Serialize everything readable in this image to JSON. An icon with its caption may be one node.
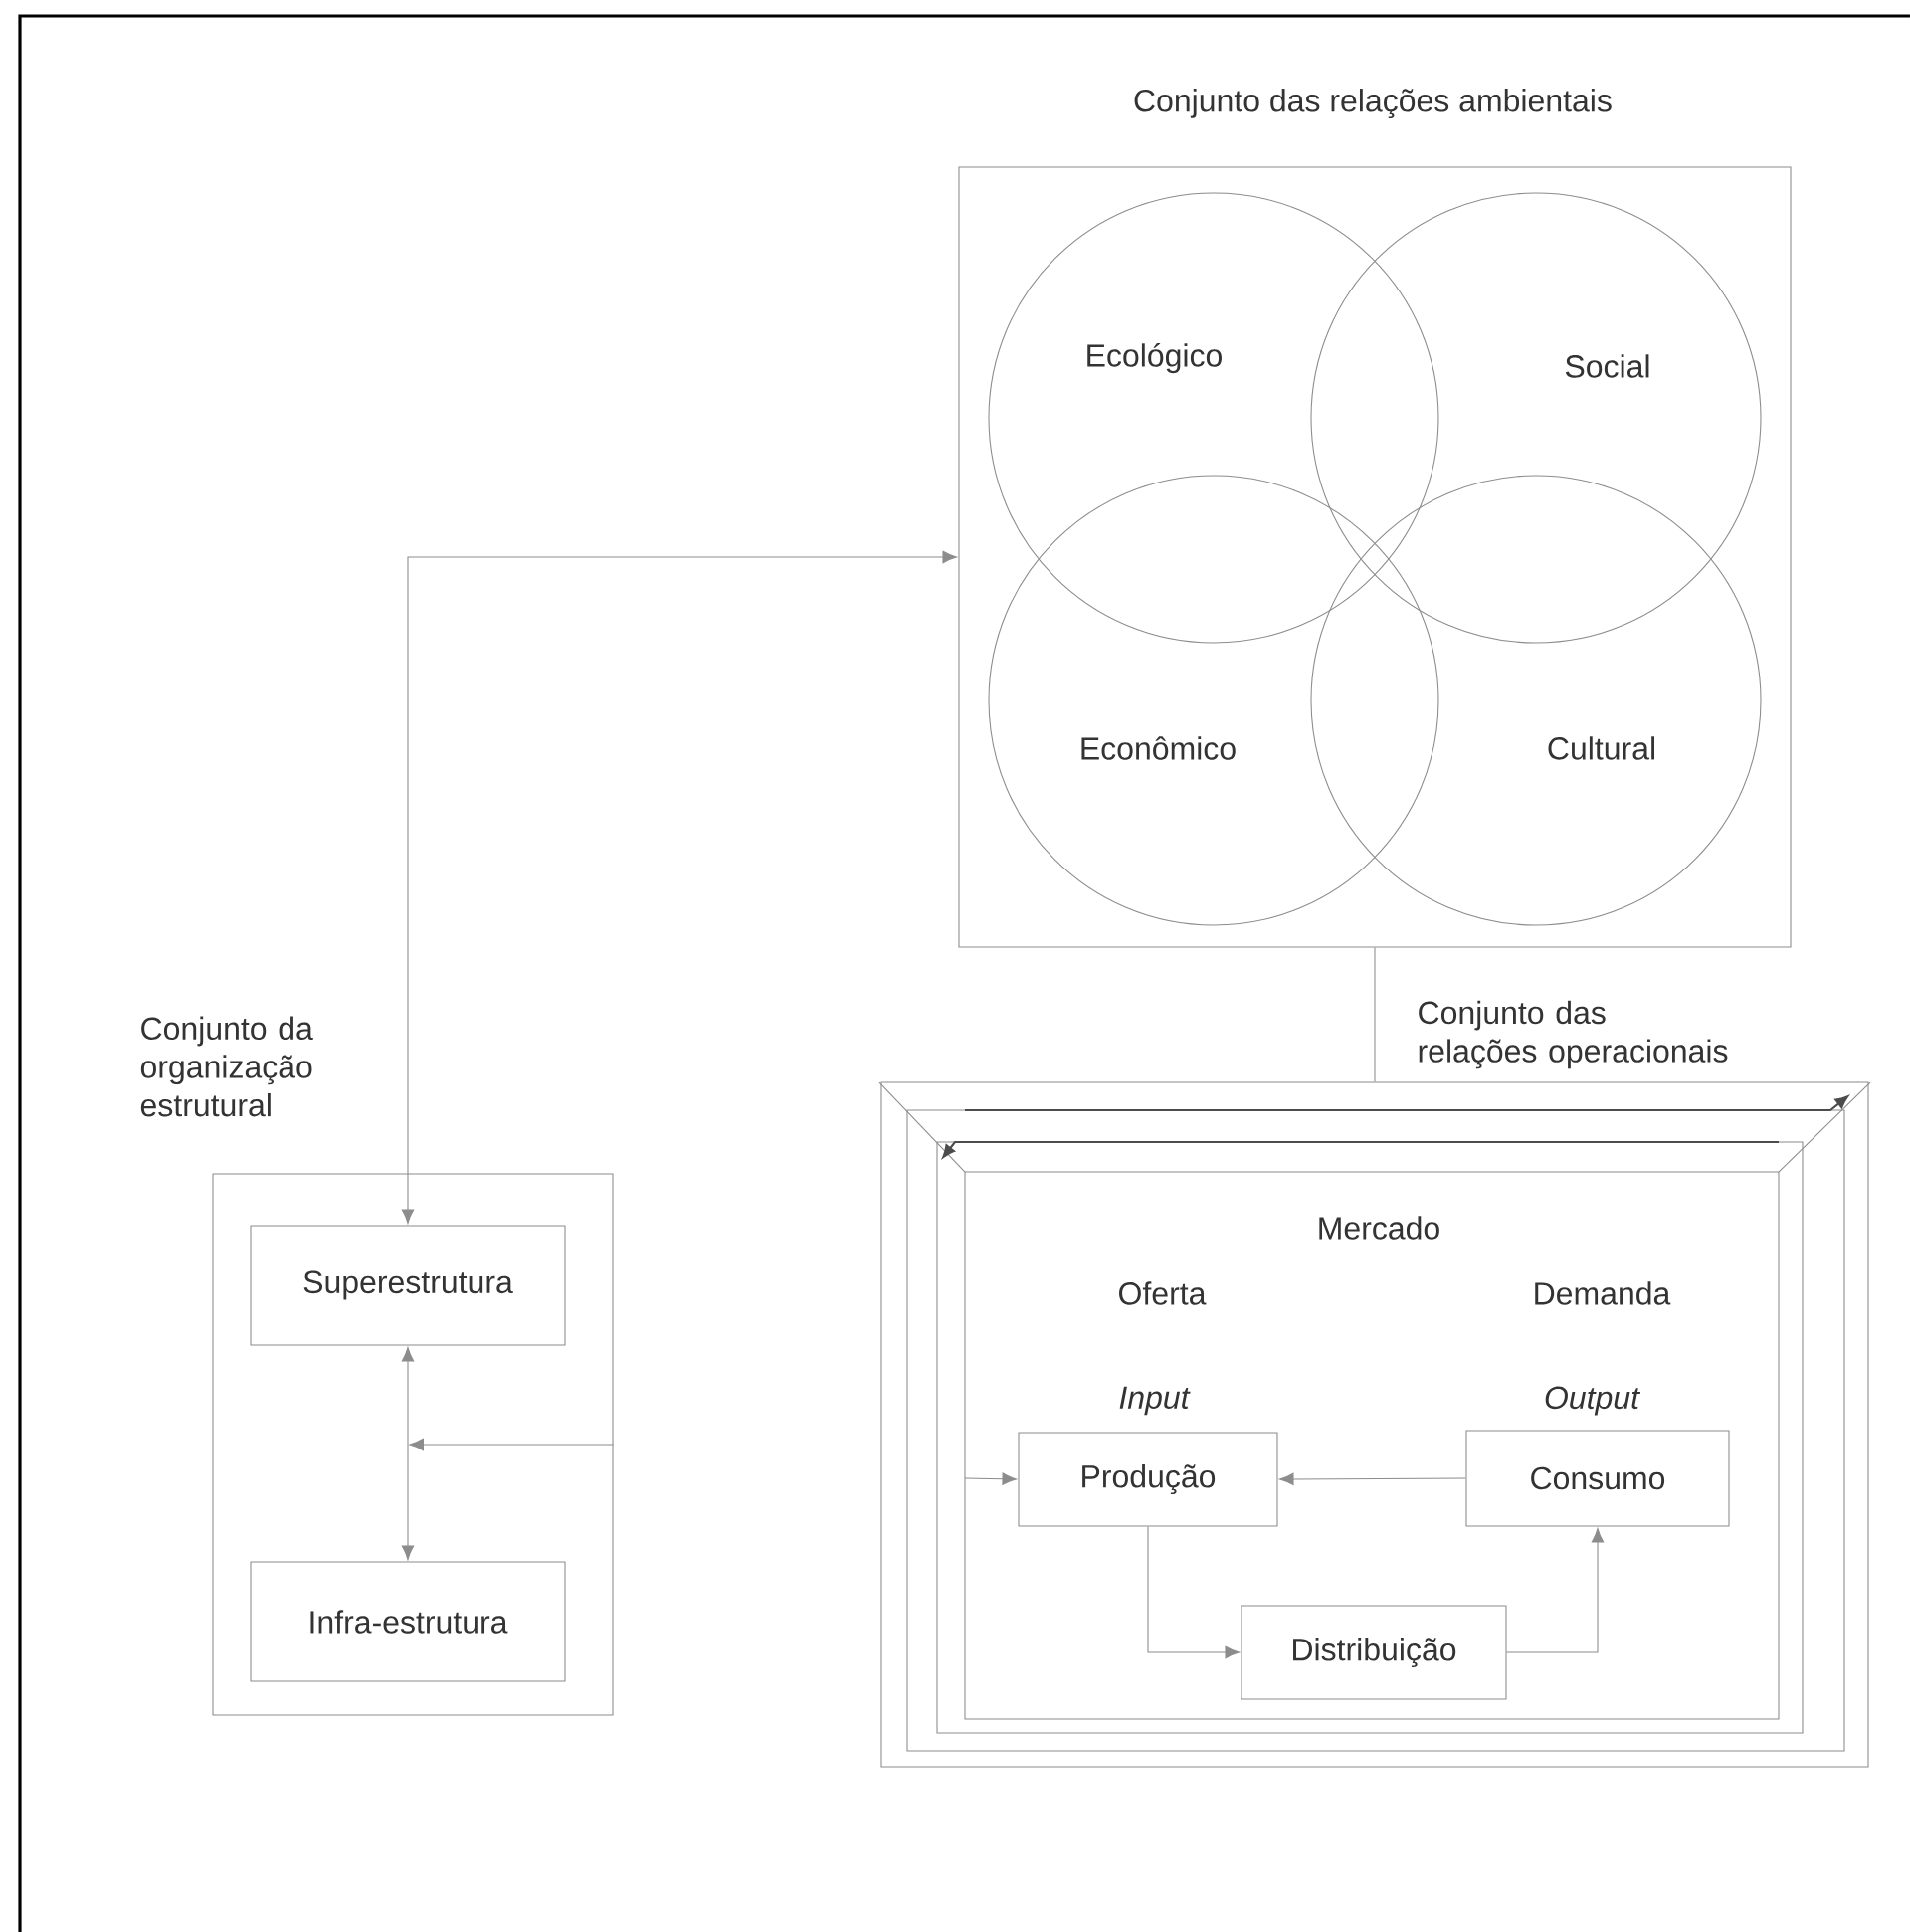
{
  "diagram": {
    "nodes": [
      {
        "text": [
          "Conjunto das relações ambientais"
        ]
      },
      {
        "text": [
          "Ecológico"
        ],
        "in": 0
      },
      {
        "text": [
          "Social"
        ],
        "in": 0
      },
      {
        "text": [
          "Econômico"
        ],
        "in": 0
      },
      {
        "text": [
          "Cultural"
        ],
        "in": 0
      },
      {
        "text": [
          "Conjunto da organização estrutural"
        ]
      },
      {
        "text": [
          "Superestrutura"
        ],
        "in": 5
      },
      {
        "text": [
          "Infra-estrutura"
        ],
        "in": 5
      },
      {
        "text": [
          "Conjunto das relações operacionais"
        ]
      },
      {
        "text": [
          "Input",
          "Produção"
        ],
        "in": 8
      },
      {
        "text": [
          "Output",
          "Consumo"
        ],
        "in": 8
      },
      {
        "text": [
          "Distribuição"
        ],
        "in": 8
      }
    ],
    "edges": [
      {
        "from": 6,
        "to": 0,
        "arrow": "both"
      },
      {
        "from": 6,
        "to": 7,
        "arrow": "both"
      },
      {
        "from": 5,
        "to": null,
        "arrow": "to"
      },
      {
        "from": 0,
        "to": 8,
        "arrow": "none"
      },
      {
        "from": 10,
        "to": 9,
        "arrow": "to"
      },
      {
        "from": 9,
        "to": 11,
        "arrow": "to"
      },
      {
        "from": 11,
        "to": 10,
        "arrow": "to"
      },
      {
        "from": null,
        "to": 9,
        "arrow": "to"
      }
    ],
    "labels": [
      "Mercado",
      "Oferta",
      "Demanda"
    ]
  }
}
